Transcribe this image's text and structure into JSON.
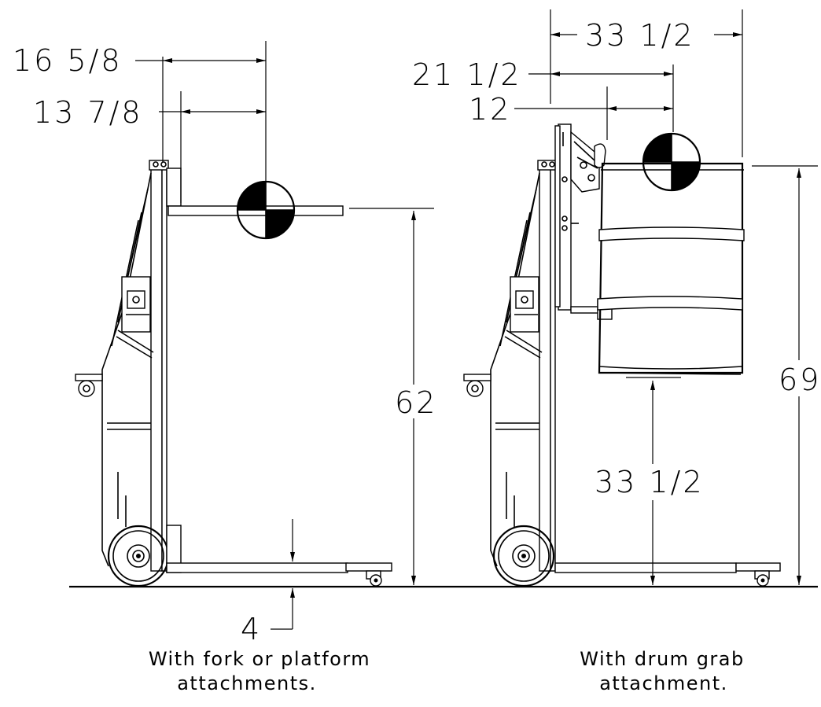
{
  "left_view": {
    "dim_top": "16 5/8",
    "dim_second": "13 7/8",
    "dim_height": "62",
    "dim_floor": "4",
    "caption_line1": "With fork or platform",
    "caption_line2": "attachments."
  },
  "right_view": {
    "dim_top": "33 1/2",
    "dim_second": "21 1/2",
    "dim_third": "12",
    "dim_height_total": "69",
    "dim_height_drum": "33 1/2",
    "caption_line1": "With drum grab",
    "caption_line2": "attachment."
  },
  "colors": {
    "ink": "#000000",
    "paper": "#ffffff"
  }
}
